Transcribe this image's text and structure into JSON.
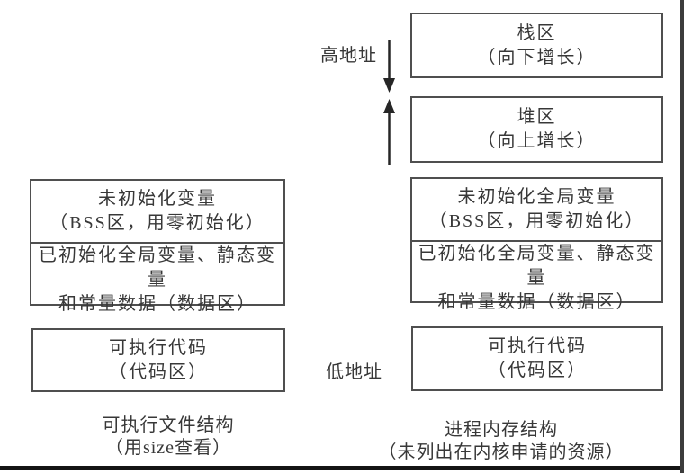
{
  "labels": {
    "high_address": "高地址",
    "low_address": "低地址"
  },
  "right_column": {
    "stack": {
      "line1": "栈区",
      "line2": "（向下增长）"
    },
    "heap": {
      "line1": "堆区",
      "line2": "（向上增长）"
    },
    "bss": {
      "line1": "未初始化全局变量",
      "line2": "（BSS区，用零初始化）"
    },
    "data": {
      "line1": "已初始化全局变量、静态变量",
      "line2": "和常量数据（数据区）"
    },
    "code": {
      "line1": "可执行代码",
      "line2": "（代码区）"
    },
    "caption": {
      "line1": "进程内存结构",
      "line2": "（未列出在内核申请的资源）"
    }
  },
  "left_column": {
    "bss": {
      "line1": "未初始化变量",
      "line2": "（BSS区，用零初始化）"
    },
    "data": {
      "line1": "已初始化全局变量、静态变量",
      "line2": "和常量数据（数据区）"
    },
    "code": {
      "line1": "可执行代码",
      "line2": "（代码区）"
    },
    "caption": {
      "line1": "可执行文件结构",
      "line2": "（用size查看）"
    }
  },
  "icons": {
    "down_arrow": "arrow-down-icon",
    "up_arrow": "arrow-up-icon"
  },
  "colors": {
    "text": "#383838",
    "border": "#4f4f4f",
    "arrow": "#262626",
    "frame_bottom": "#141414",
    "frame_right": "#3c3c3c",
    "background": "#ffffff"
  }
}
